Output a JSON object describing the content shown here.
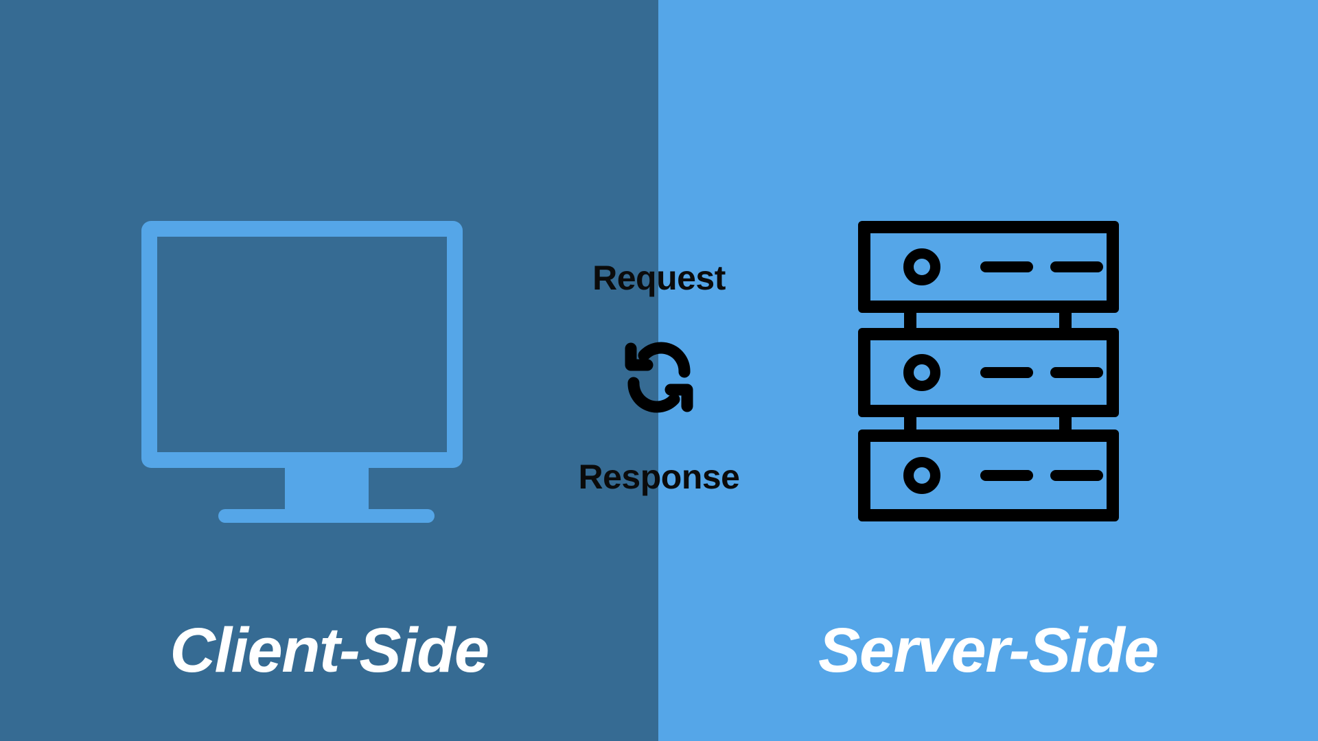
{
  "diagram": {
    "title": "Client-Side and Server-Side request response flow"
  },
  "colors": {
    "left_background": "#366b93",
    "right_background": "#55a6e8",
    "monitor_outline": "#55a6e8",
    "server_outline": "#000000",
    "caption_text": "#ffffff",
    "flow_label_text": "#0b0b0b"
  },
  "left_panel": {
    "caption": "Client-Side",
    "icon": "desktop-monitor-icon"
  },
  "right_panel": {
    "caption": "Server-Side",
    "icon": "server-rack-icon",
    "rack_count": 3
  },
  "center": {
    "request_label": "Request",
    "response_label": "Response",
    "icon": "sync-refresh-icon"
  }
}
